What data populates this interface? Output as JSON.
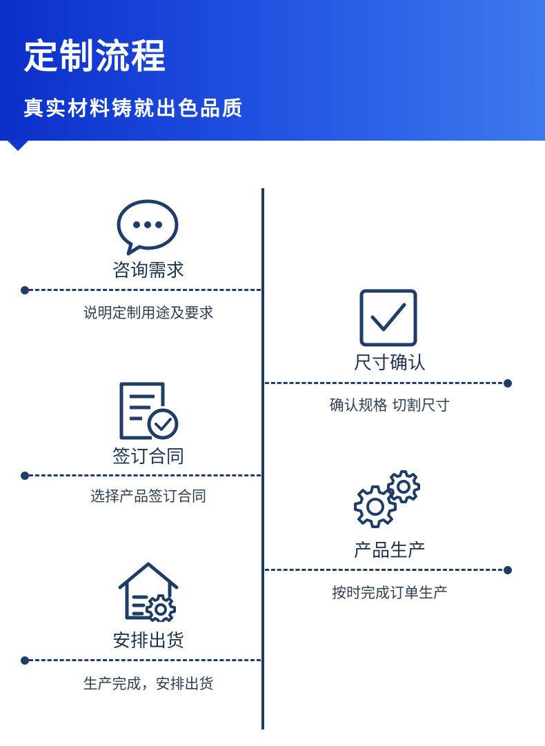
{
  "header": {
    "title": "定制流程",
    "subtitle": "真实材料铸就出色品质"
  },
  "colors": {
    "banner_start": "#0b2fc9",
    "banner_end": "#3d79ee",
    "line": "#1c3b63",
    "icon": "#1f3d66"
  },
  "steps": [
    {
      "title": "咨询需求",
      "desc": "说明定制用途及要求",
      "icon": "chat-bubble-icon",
      "side": "left"
    },
    {
      "title": "尺寸确认",
      "desc": "确认规格 切割尺寸",
      "icon": "checkbox-icon",
      "side": "right"
    },
    {
      "title": "签订合同",
      "desc": "选择产品签订合同",
      "icon": "contract-check-icon",
      "side": "left"
    },
    {
      "title": "产品生产",
      "desc": "按时完成订单生产",
      "icon": "gears-icon",
      "side": "right"
    },
    {
      "title": "安排出货",
      "desc": "生产完成，安排出货",
      "icon": "warehouse-gear-icon",
      "side": "left"
    }
  ]
}
